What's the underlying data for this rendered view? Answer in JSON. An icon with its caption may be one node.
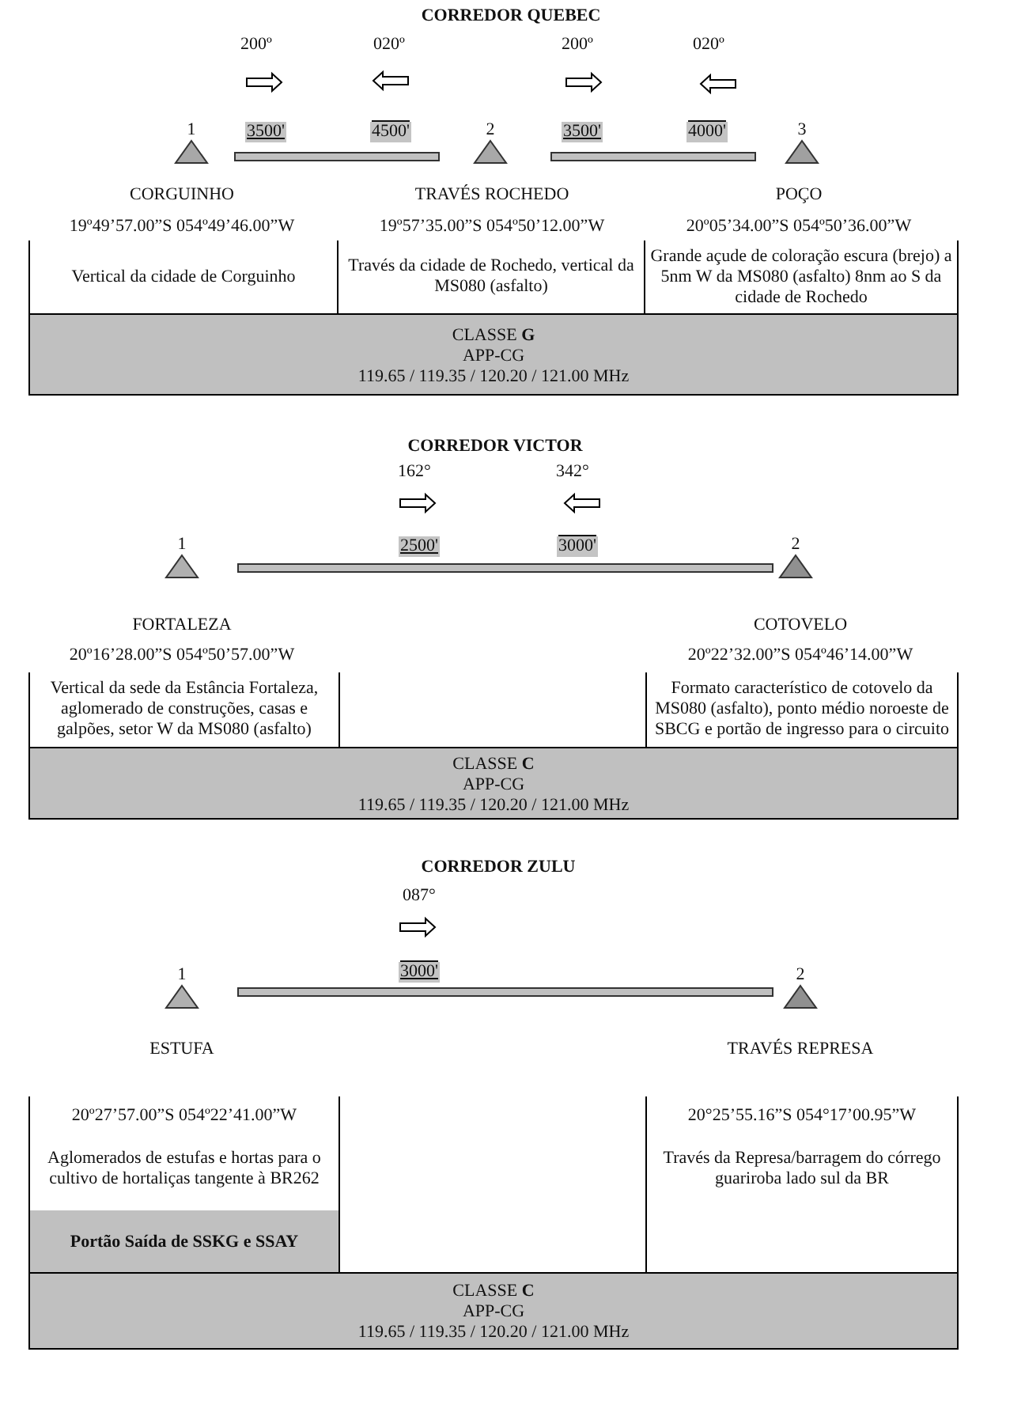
{
  "diagram": {
    "nodes": [
      {
        "text": [
          "1"
        ],
        "beside": [
          "CORGUINHO",
          "19º49’57.00”S 054º49’46.00”W"
        ]
      },
      {
        "text": [],
        "shape": "bar"
      },
      {
        "text": [
          "2"
        ],
        "beside": [
          "TRAVÉS ROCHEDO",
          "19º57’35.00”S 054º50’12.00”W"
        ]
      },
      {
        "text": [],
        "shape": "bar"
      },
      {
        "text": [
          "3"
        ],
        "beside": [
          "POÇO",
          "20º05’34.00”S 054º50’36.00”W"
        ]
      },
      {
        "text": [
          "Vertical da cidade de Corguinho"
        ]
      },
      {
        "text": [
          "Través da cidade de Rochedo, vertical da MS080 (asfalto)"
        ]
      },
      {
        "text": [
          "Grande açude de coloração escura (brejo) a 5nm W da MS080 (asfalto) 8nm ao S da cidade de Rochedo"
        ]
      },
      {
        "text": [
          "CLASSE **G**",
          "APP-CG",
          "119.65 / 119.35 / 120.20 / 121.00 MHz"
        ]
      },
      {
        "text": [
          "1"
        ],
        "beside": [
          "FORTALEZA",
          "20º16’28.00”S 054º50’57.00”W"
        ]
      },
      {
        "text": [],
        "shape": "bar"
      },
      {
        "text": [
          "2"
        ],
        "beside": [
          "COTOVELO",
          "20º22’32.00”S 054º46’14.00”W"
        ]
      },
      {
        "text": [
          "Vertical da sede da Estância Fortaleza, aglomerado de construções, casas e galpões, setor W da MS080 (asfalto)"
        ]
      },
      {
        "text": [
          "Formato característico de cotovelo da MS080 (asfalto), ponto médio noroeste de SBCG e portão de ingresso para o circuito"
        ]
      },
      {
        "text": [
          "CLASSE **C**",
          "APP-CG",
          "119.65 / 119.35 / 120.20 / 121.00 MHz"
        ]
      },
      {
        "text": [
          "1"
        ],
        "beside": [
          "ESTUFA"
        ]
      },
      {
        "text": [],
        "shape": "bar"
      },
      {
        "text": [
          "2"
        ],
        "beside": [
          "TRAVÉS REPRESA"
        ]
      },
      {
        "text": [
          "20º27’57.00”S 054º22’41.00”W",
          "Aglomerados de estufas e hortas para o cultivo de hortaliças tangente à BR262"
        ]
      },
      {
        "text": [
          "20°25’55.16”S 054°17’00.95”W",
          "Través da Represa/barragem do córrego guariroba lado sul da BR"
        ]
      },
      {
        "text": [
          "Portão Saída de SSKG e SSAY"
        ]
      },
      {
        "text": [
          "CLASSE **C**",
          "APP-CG",
          "119.65 / 119.35 / 120.20 / 121.00 MHz"
        ]
      }
    ],
    "labels": [
      "CORREDOR QUEBEC",
      "200º",
      "020º",
      "200º",
      "020º",
      "3500'",
      "4500'",
      "3500'",
      "4000'",
      "CORREDOR VICTOR",
      "162°",
      "342°",
      "2500'",
      "3000'",
      "CORREDOR ZULU",
      "087°",
      "3000'"
    ]
  }
}
